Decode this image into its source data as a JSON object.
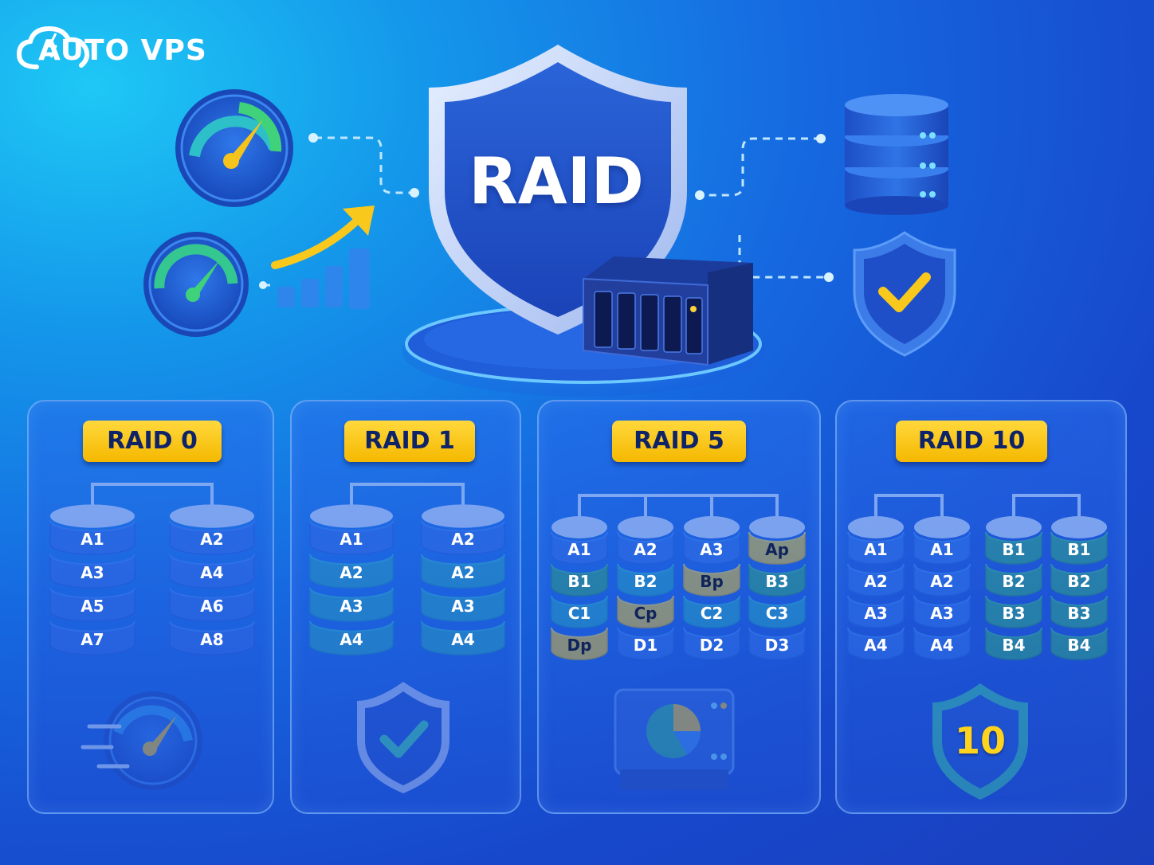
{
  "brand": {
    "name": "AUTO VPS",
    "logo_icon": "cloud-lightning-icon"
  },
  "hero": {
    "title": "RAID"
  },
  "colors": {
    "accent": "#f5c518",
    "blue_disk": "#2a6fe0",
    "teal_disk": "#24a6b8",
    "green_disk": "#2aa86a",
    "parity": "#f5c518"
  },
  "icons": [
    "speedometer-icon",
    "speedometer-icon",
    "bar-chart-growth-icon",
    "database-stack-icon",
    "shield-check-icon",
    "nas-server-icon",
    "speed-gauge-icon",
    "shield-check-icon",
    "pie-chart-drive-icon",
    "shield-10-icon"
  ],
  "panels": [
    {
      "title": "RAID 0",
      "disks": [
        {
          "blocks": [
            {
              "label": "A1",
              "tone": "blue"
            },
            {
              "label": "A3",
              "tone": "blue"
            },
            {
              "label": "A5",
              "tone": "blue"
            },
            {
              "label": "A7",
              "tone": "blue"
            }
          ]
        },
        {
          "blocks": [
            {
              "label": "A2",
              "tone": "blue"
            },
            {
              "label": "A4",
              "tone": "blue"
            },
            {
              "label": "A6",
              "tone": "blue"
            },
            {
              "label": "A8",
              "tone": "blue"
            }
          ]
        }
      ]
    },
    {
      "title": "RAID 1",
      "disks": [
        {
          "blocks": [
            {
              "label": "A1",
              "tone": "blue"
            },
            {
              "label": "A2",
              "tone": "teal"
            },
            {
              "label": "A3",
              "tone": "teal"
            },
            {
              "label": "A4",
              "tone": "teal"
            }
          ]
        },
        {
          "blocks": [
            {
              "label": "A2",
              "tone": "blue"
            },
            {
              "label": "A2",
              "tone": "teal"
            },
            {
              "label": "A3",
              "tone": "teal"
            },
            {
              "label": "A4",
              "tone": "teal"
            }
          ]
        }
      ]
    },
    {
      "title": "RAID 5",
      "disks": [
        {
          "blocks": [
            {
              "label": "A1",
              "tone": "blue"
            },
            {
              "label": "B1",
              "tone": "green"
            },
            {
              "label": "C1",
              "tone": "teal"
            },
            {
              "label": "Dp",
              "tone": "yellow"
            }
          ]
        },
        {
          "blocks": [
            {
              "label": "A2",
              "tone": "blue"
            },
            {
              "label": "B2",
              "tone": "teal"
            },
            {
              "label": "Cp",
              "tone": "yellow"
            },
            {
              "label": "D1",
              "tone": "blue"
            }
          ]
        },
        {
          "blocks": [
            {
              "label": "A3",
              "tone": "blue"
            },
            {
              "label": "Bp",
              "tone": "yellow"
            },
            {
              "label": "C2",
              "tone": "teal"
            },
            {
              "label": "D2",
              "tone": "blue"
            }
          ]
        },
        {
          "blocks": [
            {
              "label": "Ap",
              "tone": "yellow"
            },
            {
              "label": "B3",
              "tone": "green"
            },
            {
              "label": "C3",
              "tone": "teal"
            },
            {
              "label": "D3",
              "tone": "blue"
            }
          ]
        }
      ]
    },
    {
      "title": "RAID 10",
      "disks": [
        {
          "blocks": [
            {
              "label": "A1",
              "tone": "blue"
            },
            {
              "label": "A2",
              "tone": "blue"
            },
            {
              "label": "A3",
              "tone": "blue"
            },
            {
              "label": "A4",
              "tone": "blue"
            }
          ]
        },
        {
          "blocks": [
            {
              "label": "A1",
              "tone": "blue"
            },
            {
              "label": "A2",
              "tone": "blue"
            },
            {
              "label": "A3",
              "tone": "blue"
            },
            {
              "label": "A4",
              "tone": "blue"
            }
          ]
        },
        {
          "blocks": [
            {
              "label": "B1",
              "tone": "green"
            },
            {
              "label": "B2",
              "tone": "green"
            },
            {
              "label": "B3",
              "tone": "green"
            },
            {
              "label": "B4",
              "tone": "green"
            }
          ]
        },
        {
          "blocks": [
            {
              "label": "B1",
              "tone": "green"
            },
            {
              "label": "B2",
              "tone": "green"
            },
            {
              "label": "B3",
              "tone": "green"
            },
            {
              "label": "B4",
              "tone": "green"
            }
          ]
        }
      ],
      "icon_label": "10"
    }
  ]
}
